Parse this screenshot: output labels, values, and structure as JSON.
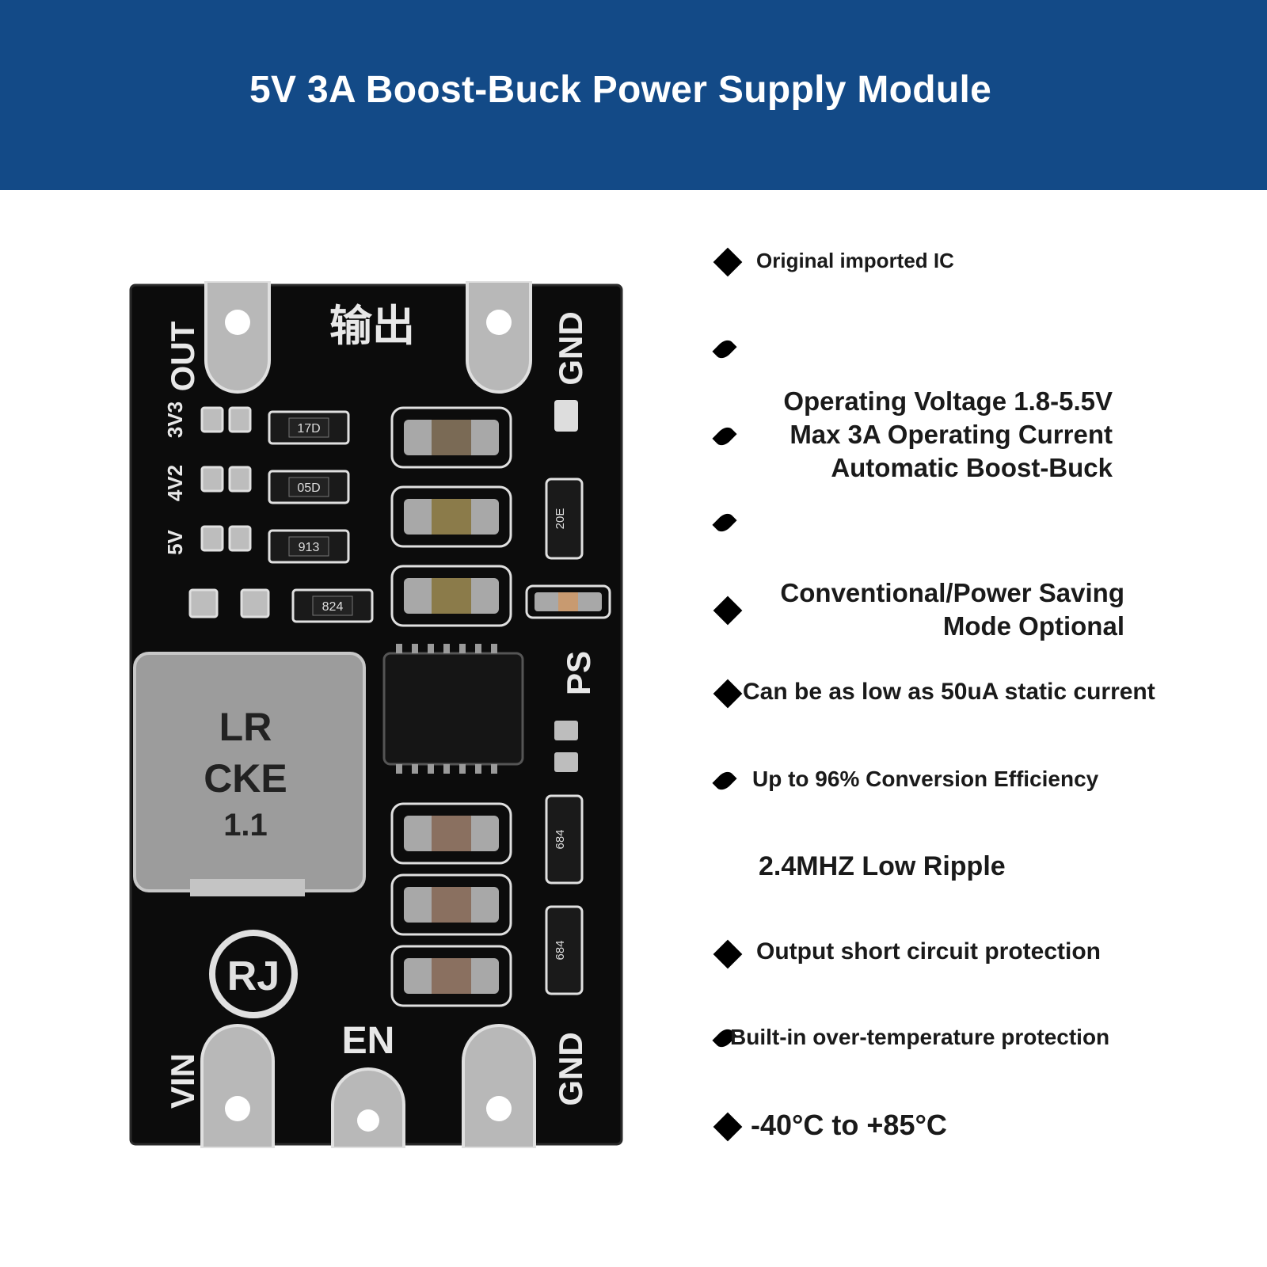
{
  "header": {
    "title": "5V 3A Boost-Buck Power Supply Module",
    "background": "#134a87"
  },
  "board": {
    "silkscreen": {
      "out": "OUT",
      "output_cn": "输出",
      "gnd_top": "GND",
      "gnd_bottom": "GND",
      "vin": "VIN",
      "en": "EN",
      "ps": "PS",
      "v33": "3V3",
      "v42": "4V2",
      "v5": "5V",
      "logo": "RJ"
    },
    "component_codes": {
      "r1": "17D",
      "r2": "05D",
      "r3": "913",
      "r4": "824",
      "r5": "20E",
      "r6": "684",
      "r7": "684"
    },
    "inductor_marking": [
      "LR",
      "CKE",
      "1.1"
    ]
  },
  "features": {
    "items": [
      "Original imported IC",
      "Operating Voltage 1.8-5.5V",
      "Max 3A Operating Current",
      "Automatic Boost-Buck",
      "Conventional/Power Saving",
      "Mode Optional",
      "Can be as low as 50uA static current",
      "Up to 96% Conversion Efficiency",
      "2.4MHZ Low Ripple",
      "Output short circuit protection",
      "Built-in over-temperature protection",
      "-40°C to +85°C"
    ]
  }
}
